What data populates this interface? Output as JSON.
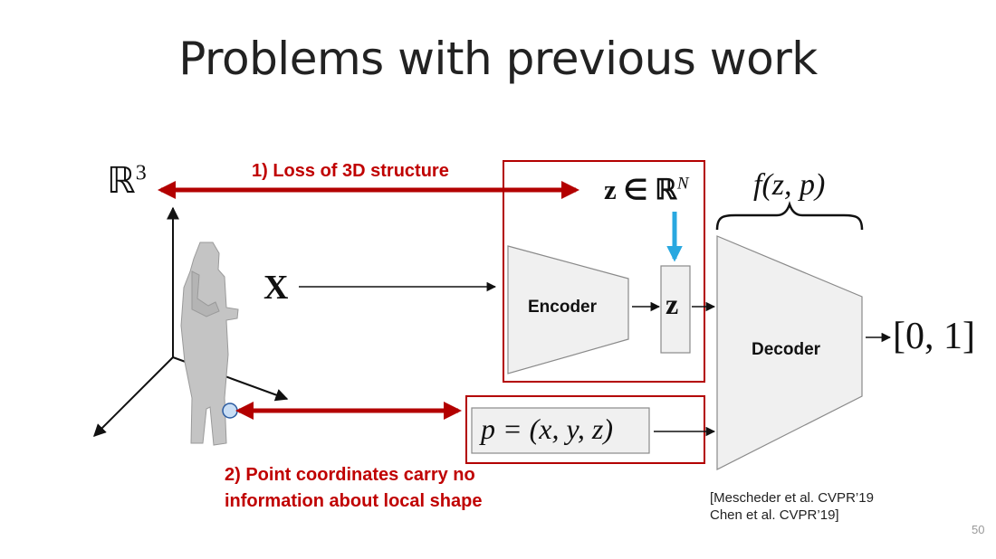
{
  "title": "Problems with previous work",
  "labels": {
    "loss_3d": "1) Loss of 3D structure",
    "point_coords_line1": "2) Point coordinates carry no",
    "point_coords_line2": "information about local shape"
  },
  "math": {
    "space": "ℝ",
    "space_exp": "3",
    "input_x": "X",
    "latent_def": "z ∈ ℝ",
    "latent_exp": "N",
    "latent_z": "z",
    "function": "f(z, p)",
    "point_def": "p = (x, y, z)",
    "output_range": "[0, 1]"
  },
  "blocks": {
    "encoder": "Encoder",
    "decoder": "Decoder"
  },
  "citation": {
    "line1": "[Mescheder et al. CVPR’19",
    "line2": "Chen et al. CVPR’19]"
  },
  "page_number": "50",
  "colors": {
    "accent_red": "#b30000",
    "label_red": "#c00000",
    "blue_arrow": "#29a8e0",
    "block_fill": "#f0f0f0",
    "block_stroke": "#8a8a8a"
  }
}
